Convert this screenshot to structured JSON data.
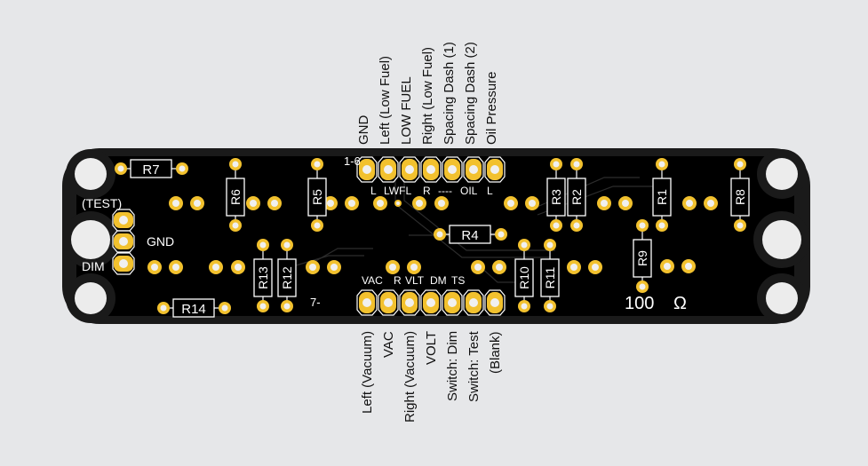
{
  "colors": {
    "background": "#e6e7e9",
    "board": "#000000",
    "board_edge": "#1a1a1a",
    "copper": "#f2c12e",
    "drill": "#f0f0f0",
    "silkscreen": "#ffffff",
    "mount_hole": "#ececec",
    "trace": "#2a2a2a"
  },
  "top_connector": {
    "marker_label": "1-6",
    "pin_labels": [
      "L",
      "LWFL",
      "R",
      "----",
      "OIL",
      "L"
    ],
    "signal_names": [
      "GND",
      "Left (Low Fuel)",
      "LOW FUEL",
      "Right (Low Fuel)",
      "Spacing Dash (1)",
      "Spacing Dash (2)",
      "Oil Pressure"
    ]
  },
  "bottom_connector": {
    "marker_label": "7-",
    "pin_labels": [
      "VAC",
      "R",
      "VLT",
      "DM",
      "TS"
    ],
    "signal_names": [
      "Left (Vacuum)",
      "VAC",
      "Right (Vacuum)",
      "VOLT",
      "Switch: Dim",
      "Switch: Test",
      "(Blank)"
    ]
  },
  "switch_header": {
    "labels": [
      "(TEST)",
      "GND",
      "DIM"
    ]
  },
  "resistors": [
    {
      "ref": "R1",
      "orientation": "vertical"
    },
    {
      "ref": "R2",
      "orientation": "vertical"
    },
    {
      "ref": "R3",
      "orientation": "vertical"
    },
    {
      "ref": "R4",
      "orientation": "horizontal"
    },
    {
      "ref": "R5",
      "orientation": "vertical"
    },
    {
      "ref": "R6",
      "orientation": "vertical"
    },
    {
      "ref": "R7",
      "orientation": "horizontal"
    },
    {
      "ref": "R8",
      "orientation": "vertical"
    },
    {
      "ref": "R9",
      "orientation": "vertical"
    },
    {
      "ref": "R10",
      "orientation": "vertical"
    },
    {
      "ref": "R11",
      "orientation": "vertical"
    },
    {
      "ref": "R12",
      "orientation": "vertical"
    },
    {
      "ref": "R13",
      "orientation": "vertical"
    },
    {
      "ref": "R14",
      "orientation": "horizontal"
    }
  ],
  "value_note": {
    "value": "100",
    "unit": "Ω"
  }
}
